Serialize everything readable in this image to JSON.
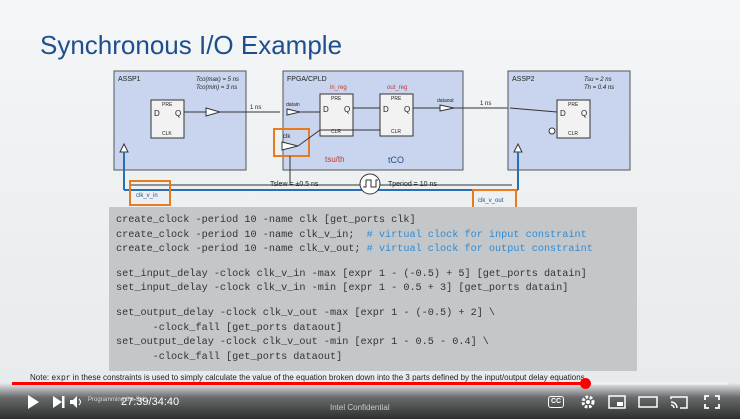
{
  "slide": {
    "title": "Synchronous I/O Example",
    "note_prefix": "Note: ",
    "note_code": "expr",
    "note_rest": " in these constraints is used to simply calculate the value of the equation broken down into the 3 parts defined by the input/output delay equations",
    "confidential": "Intel Confidential"
  },
  "diagram": {
    "assp1": {
      "title": "ASSP1",
      "t1": "Tco(max) = 5 ns",
      "t2": "Tco(min) = 3 ns"
    },
    "fpga": {
      "title": "FPGA/CPLD",
      "in_reg": "in_reg",
      "out_reg": "out_reg",
      "datain": "datain",
      "dataout": "dataout",
      "clk": "clk",
      "tsu_th": "tsu/th",
      "tco": "tCO"
    },
    "assp2": {
      "title": "ASSP2",
      "t1": "Tsu = 2 ns",
      "t2": "Th = 0.4 ns"
    },
    "ff": {
      "pre": "PRE",
      "d": "D",
      "q": "Q",
      "clr": "CLR",
      "clk": "CLK"
    },
    "delay_left": "1 ns",
    "delay_right": "1 ns",
    "clk_v_in": "clk_v_in",
    "clk_v_out": "clk_v_out",
    "tslew": "Tslew = ±0.5 ns",
    "tperiod": "Tperiod = 10 ns"
  },
  "code": {
    "l1": "create_clock -period 10 -name clk [get_ports clk]",
    "l2": "create_clock -period 10 -name clk_v_in;  ",
    "l2c": "# virtual clock for input constraint",
    "l3": "create_clock -period 10 -name clk_v_out; ",
    "l3c": "# virtual clock for output constraint",
    "l4": "set_input_delay -clock clk_v_in -max [expr 1 - (-0.5) + 5] [get_ports datain]",
    "l5": "set_input_delay -clock clk_v_in -min [expr 1 - 0.5 + 3] [get_ports datain]",
    "l6": "set_output_delay -clock clk_v_out -max [expr 1 - (-0.5) + 2] \\",
    "l7": "      -clock_fall [get_ports dataout]",
    "l8": "set_output_delay -clock clk_v_out -min [expr 1 - 0.5 - 0.4] \\",
    "l9": "      -clock_fall [get_ports dataout]"
  },
  "player": {
    "progress_fraction": 0.8,
    "time_current": "27:39",
    "time_sep": " / ",
    "time_total": "34:40",
    "chapter": "Programming the Sol...",
    "cc": "CC",
    "colors": {
      "progress": "#ff0000",
      "orange": "#e87b1e",
      "blue_wire": "#2a6fb5"
    }
  }
}
